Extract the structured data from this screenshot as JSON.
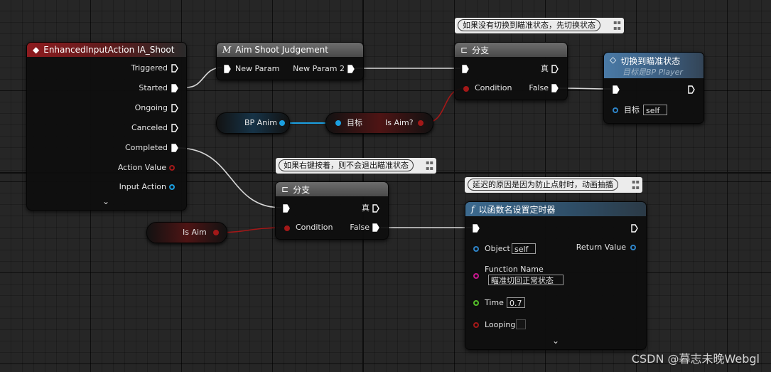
{
  "colors": {
    "exec": "#ffffff",
    "bool": "#a31818",
    "object": "#1b9fe0",
    "object_alt": "#2e84c8",
    "name": "#c7188f",
    "float": "#55c02a",
    "enum": "#6b6b6b"
  },
  "nodes": {
    "input_action": {
      "title": "EnhancedInputAction IA_Shoot",
      "outputs": [
        "Triggered",
        "Started",
        "Ongoing",
        "Canceled",
        "Completed",
        "Action Value",
        "Input Action"
      ]
    },
    "aim_macro": {
      "title": "Aim Shoot Judgement",
      "input_label": "New Param",
      "output_label": "New Param 2"
    },
    "branch_top": {
      "title": "分支",
      "true_label": "真",
      "condition_label": "Condition",
      "false_label": "False"
    },
    "switch_aim": {
      "title": "切换到瞄准状态",
      "subtitle": "目标是BP Player",
      "target_label": "目标",
      "target_value": "self"
    },
    "bp_anim": {
      "label": "BP Anim"
    },
    "is_aim_func": {
      "input_label": "目标",
      "output_label": "Is Aim?"
    },
    "branch_bottom": {
      "title": "分支",
      "true_label": "真",
      "condition_label": "Condition",
      "false_label": "False"
    },
    "is_aim_var": {
      "label": "Is Aim"
    },
    "timer": {
      "title": "以函数名设置定时器",
      "object_label": "Object",
      "object_value": "self",
      "return_label": "Return Value",
      "function_name_label": "Function Name",
      "function_name_value": "瞄准切回正常状态",
      "time_label": "Time",
      "time_value": "0.7",
      "looping_label": "Looping"
    }
  },
  "comments": {
    "top": "如果没有切换到瞄准状态，先切换状态",
    "middle": "如果右键按着，则不会退出瞄准状态",
    "right": "延迟的原因是因为防止点射时，动画抽搐"
  },
  "watermark": "CSDN @暮志未晚Webgl"
}
